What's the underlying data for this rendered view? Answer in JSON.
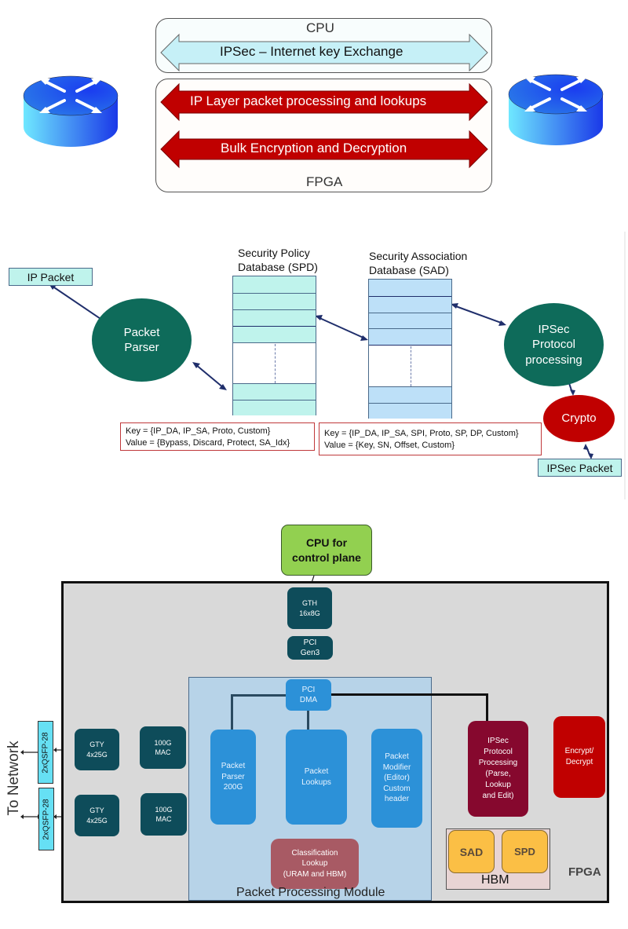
{
  "overview": {
    "cpu_label": "CPU",
    "fpga_label": "FPGA",
    "arrows": [
      {
        "label": "IPSec – Internet key Exchange",
        "color": "#c6f0f7"
      },
      {
        "label": "IP Layer packet processing and lookups",
        "color": "#c00000"
      },
      {
        "label": "Bulk Encryption and Decryption",
        "color": "#c00000"
      }
    ],
    "left_device_icon": "router-icon",
    "right_device_icon": "router-icon"
  },
  "flow": {
    "ip_packet": "IP Packet",
    "packet_parser": [
      "Packet",
      "Parser"
    ],
    "spd_title": [
      "Security Policy",
      "Database (SPD)"
    ],
    "sad_title": [
      "Security Association",
      "Database (SAD)"
    ],
    "ipsec_processing": [
      "IPSec",
      "Protocol",
      "processing"
    ],
    "crypto": "Crypto",
    "ipsec_packet": "IPSec Packet",
    "spd_kv": {
      "key": "Key = {IP_DA, IP_SA, Proto, Custom}",
      "value": "Value = {Bypass, Discard, Protect, SA_Idx}"
    },
    "sad_kv": {
      "key": "Key = {IP_DA, IP_SA, SPI, Proto, SP, DP, Custom}",
      "value": "Value = {Key, SN, Offset, Custom}"
    },
    "colors": {
      "ellipse": "#0e6b5a",
      "crypto": "#c00000",
      "spd_fill": "#bff3ec",
      "sad_fill": "#bde0f8"
    }
  },
  "architecture": {
    "cpu_control": {
      "bold": "CPU",
      "rest1": " for",
      "rest2": "control plane"
    },
    "gth": [
      "GTH",
      "16x8G"
    ],
    "pci_gen3": [
      "PCI",
      "Gen3"
    ],
    "pci_dma": [
      "PCI",
      "DMA"
    ],
    "to_network": "To Network",
    "qsfp": [
      "2xQSFP-28",
      "2xQSFP-28"
    ],
    "gty": [
      [
        "GTY",
        "4x25G"
      ],
      [
        "GTY",
        "4x25G"
      ]
    ],
    "mac": [
      [
        "100G",
        "MAC"
      ],
      [
        "100G",
        "MAC"
      ]
    ],
    "packet_parser": [
      "Packet",
      "Parser",
      "200G"
    ],
    "packet_lookups": [
      "Packet",
      "Lookups"
    ],
    "packet_modifier": [
      "Packet",
      "Modifier",
      "(Editor)",
      "Custom",
      "header"
    ],
    "classification": [
      "Classification",
      "Lookup",
      "(URAM and HBM)"
    ],
    "ppm_label": "Packet Processing Module",
    "ipsec_block": [
      "IPSec",
      "Protocol",
      "Processing",
      "(Parse,",
      "Lookup",
      "and Edit)"
    ],
    "encrypt": [
      "Encrypt/",
      "Decrypt"
    ],
    "sad": "SAD",
    "spd": "SPD",
    "hbm": "HBM",
    "fpga": "FPGA"
  }
}
